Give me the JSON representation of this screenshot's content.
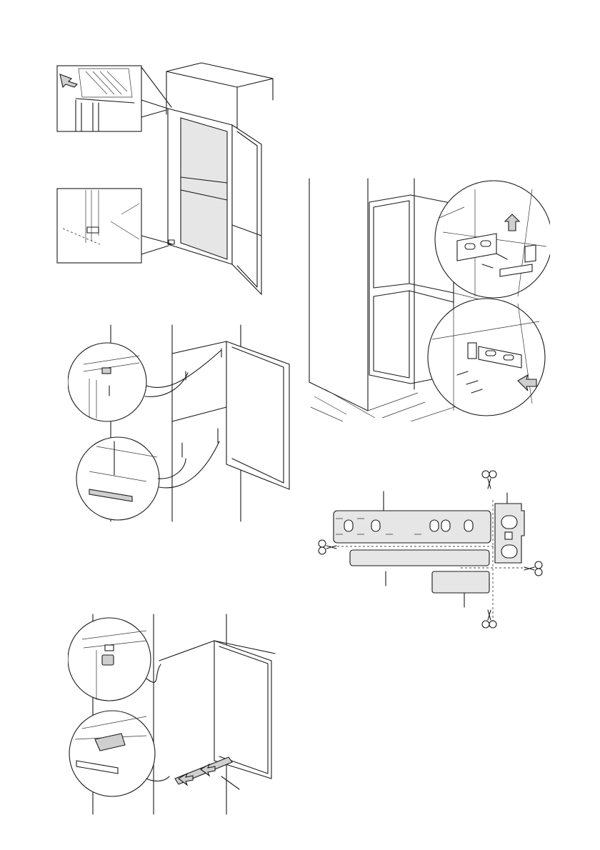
{
  "page": {
    "background": "#ffffff",
    "line_color": "#1a1a1a",
    "panel_grey": "#e6e6e6"
  },
  "figures": [
    {
      "id": "fig-1",
      "icons": [
        "arrow-icon",
        "magnifier-callout-icon"
      ]
    },
    {
      "id": "fig-2",
      "icons": [
        "screw-icon",
        "magnifier-callout-icon"
      ]
    },
    {
      "id": "fig-3",
      "icons": [
        "screw-icon",
        "arrow-up-icon",
        "magnifier-callout-icon"
      ]
    },
    {
      "id": "fig-4",
      "icons": [
        "scissors-icon",
        "dashed-cut-line-icon"
      ]
    },
    {
      "id": "fig-5",
      "icons": [
        "arrow-right-icon",
        "magnifier-callout-icon"
      ]
    }
  ]
}
